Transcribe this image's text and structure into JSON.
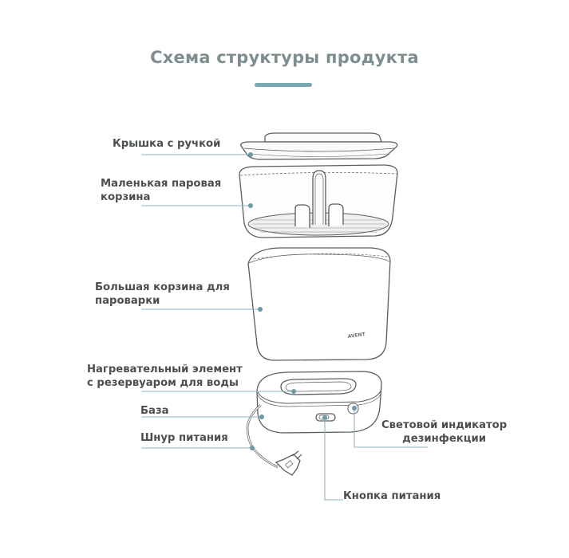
{
  "title": "Схема структуры продукта",
  "accent_color": "#79a8b4",
  "line_color": "#8fb3bd",
  "brand_mark": "AVENT",
  "labels": {
    "lid": {
      "line1": "Крышка с ручкой"
    },
    "small_basket": {
      "line1": "Маленькая паровая",
      "line2": "корзина"
    },
    "large_basket": {
      "line1": "Большая корзина для",
      "line2": "пароварки"
    },
    "heater": {
      "line1": "Нагревательный элемент",
      "line2": "с резервуаром для воды"
    },
    "base": {
      "line1": "База"
    },
    "cord": {
      "line1": "Шнур питания"
    },
    "indicator": {
      "line1": "Световой индикатор",
      "line2": "дезинфекции"
    },
    "power_button": {
      "line1": "Кнопка питания"
    }
  }
}
